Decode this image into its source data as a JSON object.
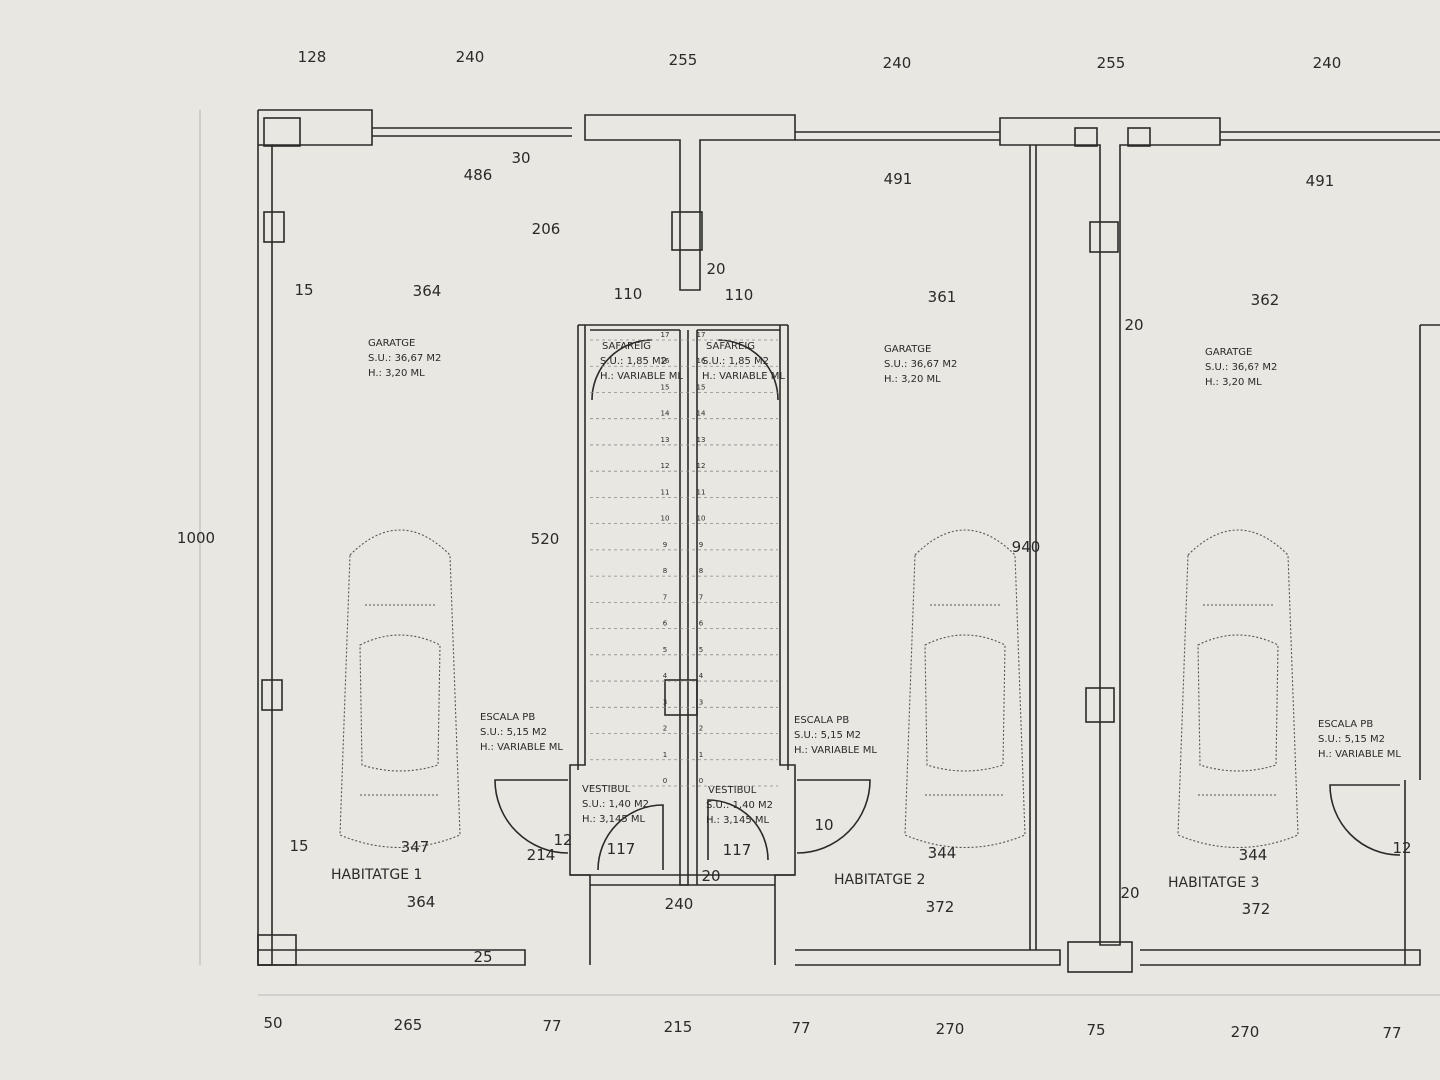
{
  "top_dims": [
    "128",
    "240",
    "255",
    "240",
    "255",
    "240"
  ],
  "bottom_dims": [
    "50",
    "265",
    "77",
    "215",
    "77",
    "270",
    "75",
    "270",
    "77"
  ],
  "left_dim": "1000",
  "inner_dims": {
    "d486": "486",
    "d30": "30",
    "d206": "206",
    "d491a": "491",
    "d491b": "491",
    "d20a": "20",
    "d110a": "110",
    "d110b": "110",
    "d15a": "15",
    "d364a": "364",
    "d361": "361",
    "d362": "362",
    "d20b": "20",
    "d520": "520",
    "d940": "940",
    "d15b": "15",
    "d347": "347",
    "d214": "214",
    "d12a": "12",
    "d117a": "117",
    "d117b": "117",
    "d10": "10",
    "d344a": "344",
    "d344b": "344",
    "d20c": "20",
    "d240": "240",
    "d364b": "364",
    "d372a": "372",
    "d372b": "372",
    "d25": "25",
    "d20d": "20",
    "d12b": "12"
  },
  "rooms": {
    "garage1": {
      "name": "GARATGE",
      "su": "S.U.: 36,67 M2",
      "h": "H.: 3,20 ML"
    },
    "garage2": {
      "name": "GARATGE",
      "su": "S.U.: 36,67 M2",
      "h": "H.: 3,20 ML"
    },
    "garage3": {
      "name": "GARATGE",
      "su": "S.U.: 36,6? M2",
      "h": "H.: 3,20 ML"
    },
    "safareig1": {
      "name": "SAFAREIG",
      "su": "S.U.: 1,85 M2",
      "h": "H.: VARIABLE ML"
    },
    "safareig2": {
      "name": "SAFAREIG",
      "su": "S.U.: 1,85 M2",
      "h": "H.: VARIABLE ML"
    },
    "escala1": {
      "name": "ESCALA PB",
      "su": "S.U.: 5,15 M2",
      "h": "H.: VARIABLE ML"
    },
    "escala2": {
      "name": "ESCALA PB",
      "su": "S.U.: 5,15 M2",
      "h": "H.: VARIABLE ML"
    },
    "escala3": {
      "name": "ESCALA PB",
      "su": "S.U.: 5,15 M2",
      "h": "H.: VARIABLE ML"
    },
    "vestibul1": {
      "name": "VESTIBUL",
      "su": "S.U.: 1,40 M2",
      "h": "H.: 3,145 ML"
    },
    "vestibul2": {
      "name": "VESTIBUL",
      "su": "S.U.: 1,40 M2",
      "h": "H.: 3,145 ML"
    }
  },
  "units": [
    "HABITATGE 1",
    "HABITATGE 2",
    "HABITATGE 3"
  ],
  "steps_left": [
    "17",
    "16",
    "15",
    "14",
    "13",
    "12",
    "11",
    "10",
    "9",
    "8",
    "7",
    "6",
    "5",
    "4",
    "3",
    "2",
    "1",
    "0"
  ],
  "steps_right": [
    "17",
    "16",
    "15",
    "14",
    "13",
    "12",
    "11",
    "10",
    "9",
    "8",
    "7",
    "6",
    "5",
    "4",
    "3",
    "2",
    "1",
    "0"
  ],
  "colors": {
    "paper": "#e9e7e1",
    "ink": "#2a2a2a",
    "faint": "#8a8a8a"
  }
}
